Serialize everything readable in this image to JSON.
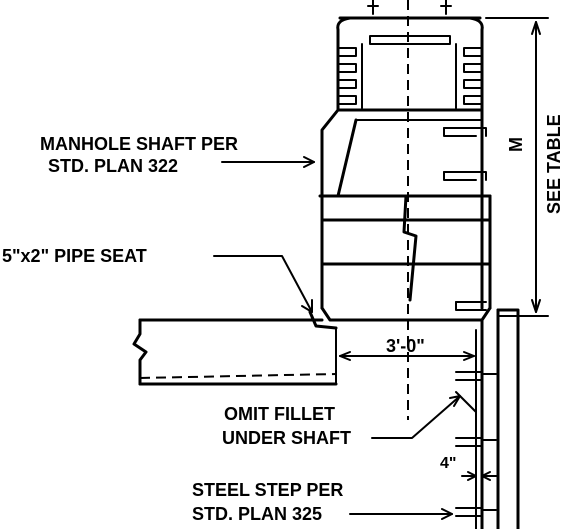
{
  "labels": {
    "manhole_shaft_line1": "MANHOLE SHAFT PER",
    "manhole_shaft_line2": "STD. PLAN 322",
    "pipe_seat": "5\"x2\" PIPE SEAT",
    "dim_3ft": "3'-0\"",
    "omit_fillet_line1": "OMIT FILLET",
    "omit_fillet_line2": "UNDER SHAFT",
    "dim_4in": "4\"",
    "steel_step_line1": "STEEL STEP PER",
    "steel_step_line2": "STD. PLAN 325",
    "m_label": "M",
    "see_table": "SEE TABLE"
  }
}
